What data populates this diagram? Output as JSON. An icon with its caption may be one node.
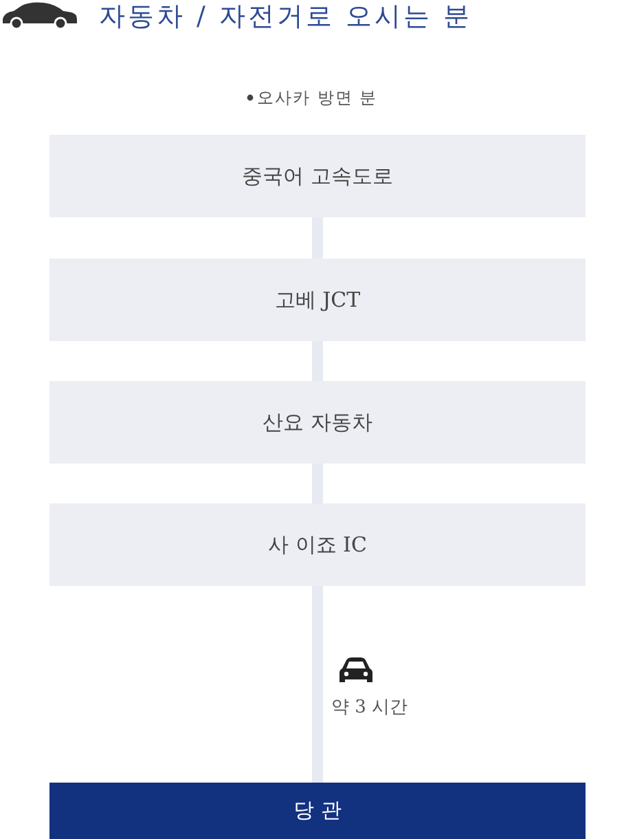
{
  "diagram": {
    "title": "자동차 / 자전거로 오시는 분",
    "nodes": [
      {
        "text": [
          "중국어 고속도로"
        ]
      },
      {
        "text": [
          "고베 JCT"
        ]
      },
      {
        "text": [
          "산요 자동차"
        ]
      },
      {
        "text": [
          "사 이죠 IC"
        ]
      },
      {
        "text": [
          "당 관"
        ]
      }
    ],
    "edges": [
      {
        "from": 0,
        "to": 1,
        "arrow": "none"
      },
      {
        "from": 1,
        "to": 2,
        "arrow": "none"
      },
      {
        "from": 2,
        "to": 3,
        "arrow": "none"
      },
      {
        "from": 3,
        "to": 4,
        "arrow": "none",
        "label": "약 3 시간"
      }
    ],
    "labels": [
      "오사카 방면 분"
    ]
  }
}
